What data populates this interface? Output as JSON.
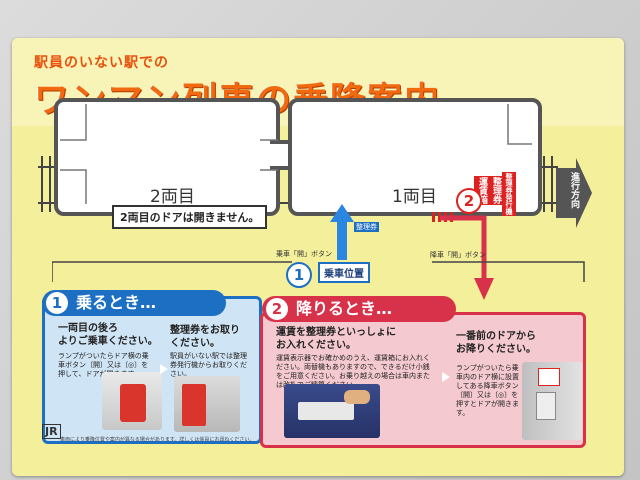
{
  "poster": {
    "subtitle": "駅員のいない駅での",
    "title": "ワンマン列車の乗降案内"
  },
  "train": {
    "car2_label": "2両目",
    "car1_label": "1両目",
    "car2_note": "2両目のドアは開きません。",
    "direction": "進行方向",
    "fare_box_label": "運賃箱",
    "ticket_label": "整理券",
    "boarding_position": "乗車位置",
    "boarding_button": "乗車「開」ボタン",
    "alighting_button": "降車「開」ボタン",
    "ticket_machine_tag": "整理券発行機"
  },
  "boarding": {
    "num": "1",
    "heading": "乗るとき…",
    "line1a": "一両目の後ろ",
    "line1b": "よりご乗車ください。",
    "line1_small": "ランプがついたらドア横の乗車ボタン〔開〕又は〔◎〕を押して、ドアが開きます。",
    "line2a": "整理券をお取り",
    "line2b": "ください。",
    "line2_small": "駅員がいない駅では整理券発行機からお取りください。"
  },
  "alighting": {
    "num": "2",
    "heading": "降りるとき…",
    "line1a": "運賃を整理券といっしょに",
    "line1b": "お入れください。",
    "line1_small": "運賃表示器でお確かめのうえ、運賃箱にお入れください。両替機もありますので、できるだけ小銭をご用意ください。お乗り越えの場合は車内または改札でご精算ください。",
    "line2a": "一番前のドアから",
    "line2b": "お降りください。",
    "line2_small": "ランプがついたら乗車内のドア横に設置してある降車ボタン〔開〕又は〔◎〕を押すとドアが開きます。"
  },
  "footer": {
    "logo": "JR",
    "note": "車両により乗降位置や案内が異なる場合があります。詳しくは係員にお尋ねください。"
  },
  "colors": {
    "blue": "#1d6fc4",
    "red": "#d8324a",
    "orange": "#f26a10",
    "yellow": "#f4ef9a"
  }
}
